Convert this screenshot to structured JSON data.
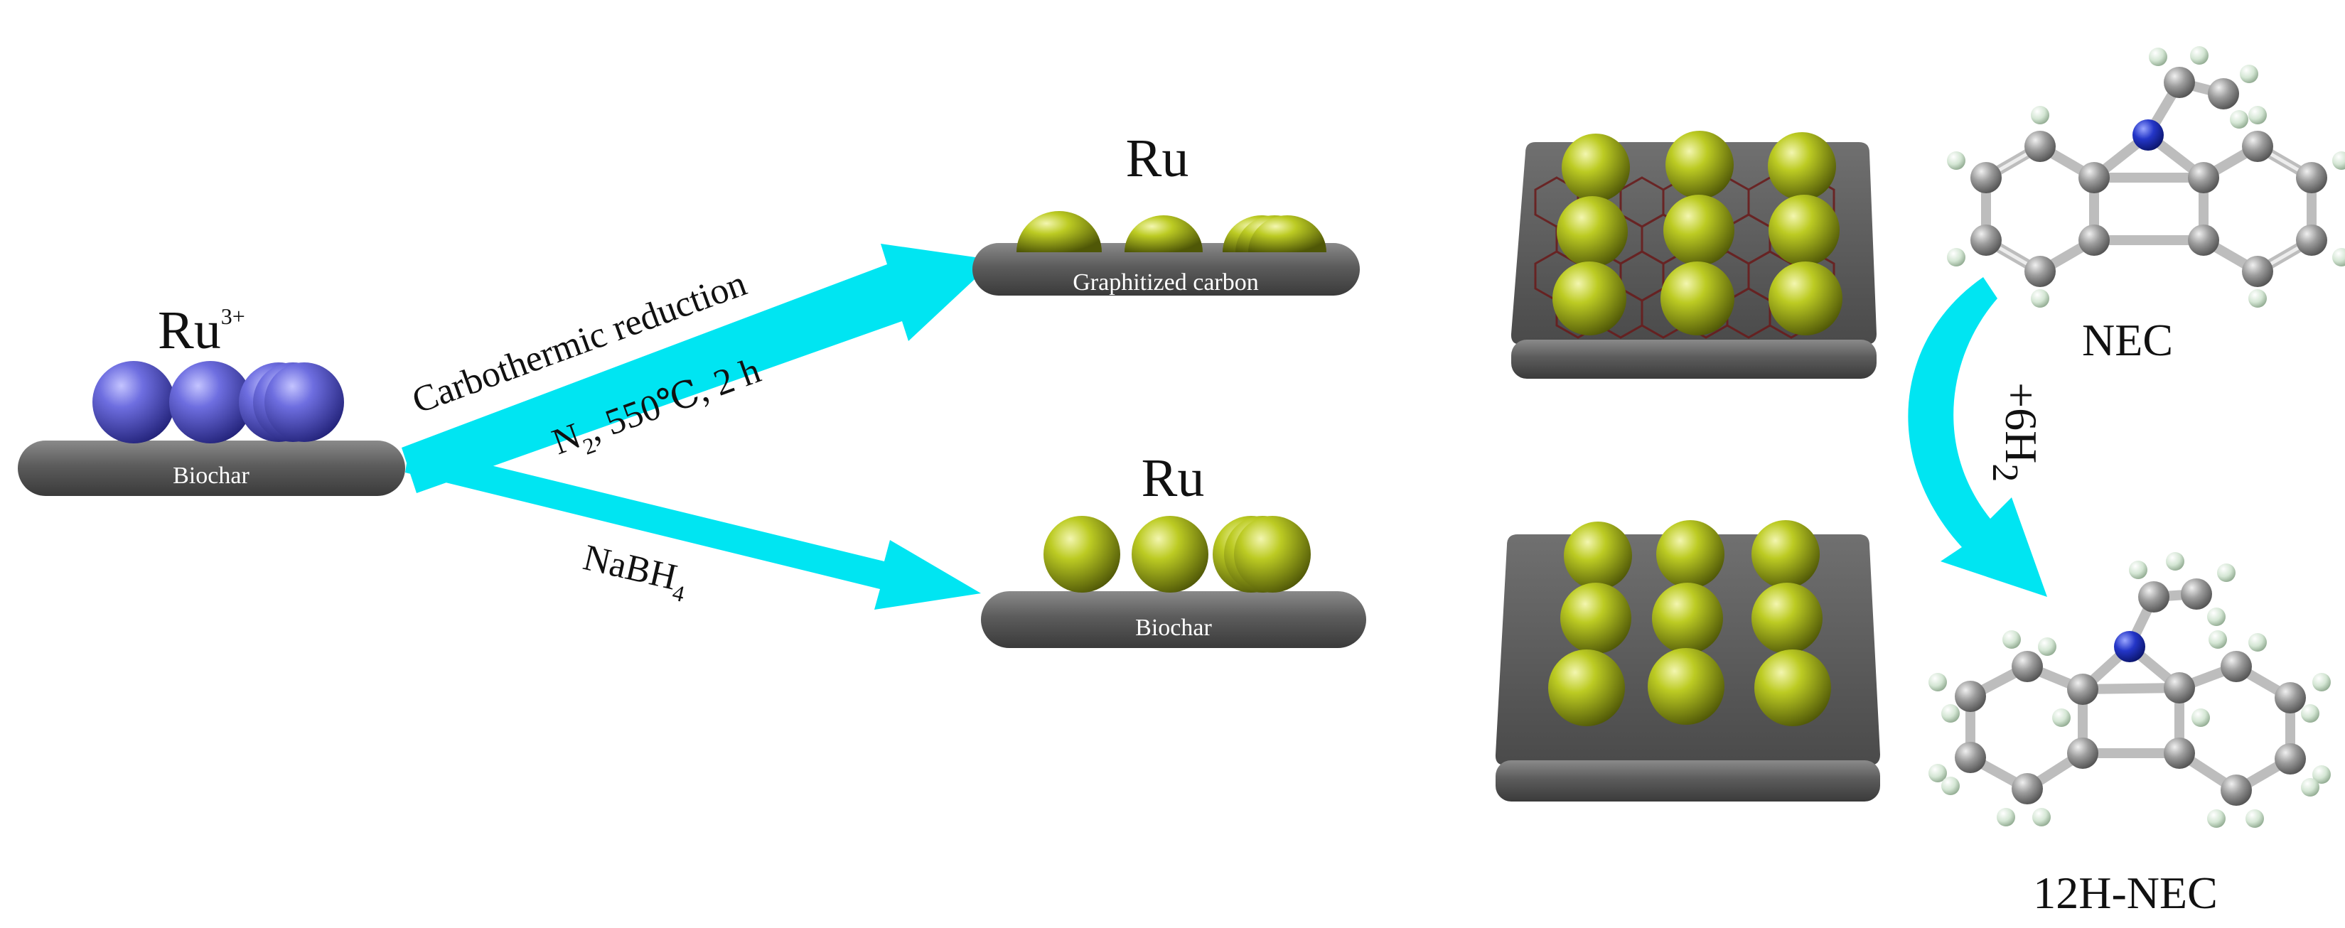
{
  "labels": {
    "ru3_base": "Ru",
    "ru3_charge": "3+",
    "ru_top": "Ru",
    "ru_bottom": "Ru",
    "support_left": "Biochar",
    "support_top": "Graphitized carbon",
    "support_bottom": "Biochar",
    "route_top_line1": "Carbothermic reduction",
    "route_top_n": "N",
    "route_top_n_sub": "2",
    "route_top_rest": ", 550℃, 2 h",
    "route_bottom_base": "NaBH",
    "route_bottom_sub": "4",
    "h2_prefix": "+6H",
    "h2_sub": "2",
    "mol_top": "NEC",
    "mol_bottom": "12H-NEC"
  },
  "colors": {
    "ru3_sphere": "#5454c8",
    "ru_sphere": "#b3c21e",
    "support": "#5a5a5a",
    "arrow": "#00e5f2",
    "carbon_atom": "#9a9a9a",
    "nitrogen_atom": "#1f34c8",
    "hydrogen_atom": "#d6e8d6",
    "graphene_lattice": "#6a1a1a"
  }
}
